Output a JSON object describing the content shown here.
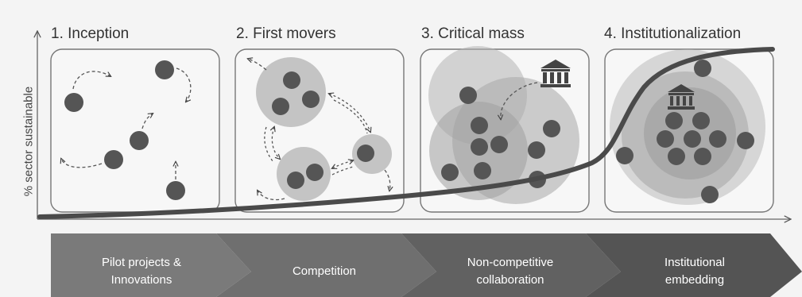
{
  "y_axis_label": "% sector sustainable",
  "stages": [
    {
      "title": "1. Inception"
    },
    {
      "title": "2. First movers"
    },
    {
      "title": "3. Critical mass"
    },
    {
      "title": "4. Institutionalization"
    }
  ],
  "phases": [
    {
      "line1": "Pilot projects &",
      "line2": "Innovations",
      "color": "#7a7a7a"
    },
    {
      "line1": "Competition",
      "line2": "",
      "color": "#6f6f6f"
    },
    {
      "line1": "Non-competitive",
      "line2": "collaboration",
      "color": "#616161"
    },
    {
      "line1": "Institutional",
      "line2": "embedding",
      "color": "#545454"
    }
  ],
  "icons": [
    "institution-icon"
  ],
  "colors": {
    "dot": "#555555",
    "curve": "#4a4a4a",
    "circle": "#b5b5b5",
    "frame": "#777777"
  }
}
